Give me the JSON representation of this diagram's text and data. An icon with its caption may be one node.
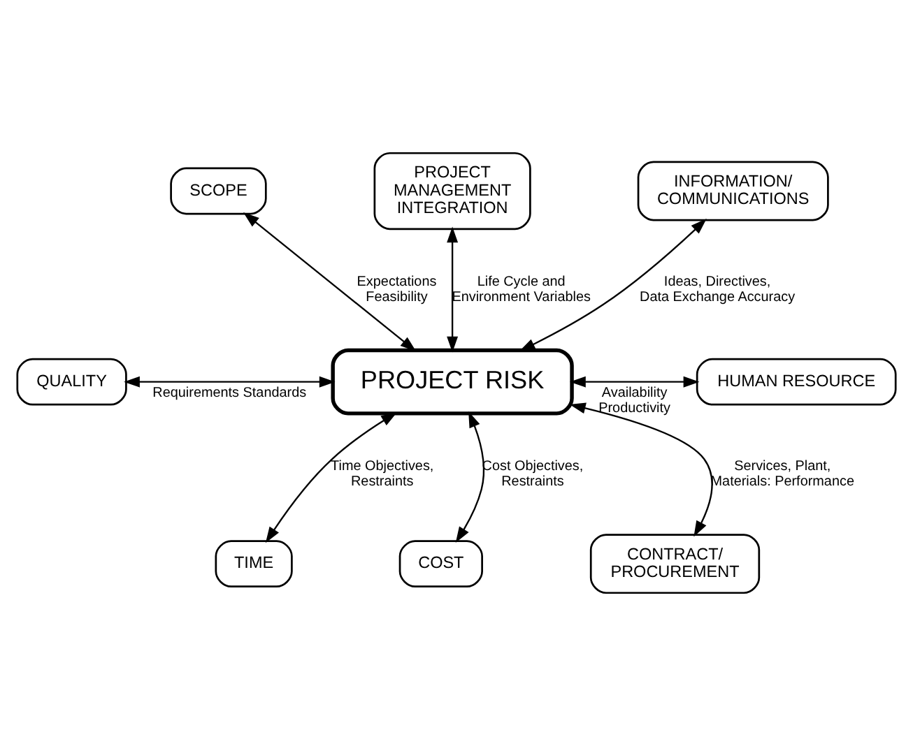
{
  "diagram": {
    "nodes": [
      {
        "text": [
          "PROJECT MANAGEMENT INTEGRATION"
        ]
      },
      {
        "text": [
          "SCOPE"
        ]
      },
      {
        "text": [
          "INFORMATION/ COMMUNICATIONS"
        ]
      },
      {
        "text": [
          "QUALITY"
        ]
      },
      {
        "text": [
          "PROJECT RISK"
        ]
      },
      {
        "text": [
          "HUMAN RESOURCE"
        ]
      },
      {
        "text": [
          "TIME"
        ]
      },
      {
        "text": [
          "CONTRACT/ PROCUREMENT"
        ]
      },
      {
        "text": [
          "COST"
        ]
      }
    ],
    "edges": [
      {
        "from": 4,
        "to": 0,
        "arrow": "both",
        "label": "Life Cycle and Environment Variables"
      },
      {
        "from": 4,
        "to": 1,
        "arrow": "both",
        "label": "Expectations Feasibility"
      },
      {
        "from": 4,
        "to": 2,
        "arrow": "both",
        "label": "Ideas, Directives, Data Exchange Accuracy"
      },
      {
        "from": 4,
        "to": 3,
        "arrow": "both",
        "label": "Requirements Standards"
      },
      {
        "from": 4,
        "to": 5,
        "arrow": "both",
        "label": "Availability Productivity"
      },
      {
        "from": 4,
        "to": 6,
        "arrow": "both",
        "label": "Time Objectives, Restraints"
      },
      {
        "from": 4,
        "to": 7,
        "arrow": "both",
        "label": "Services, Plant, Materials: Performance"
      },
      {
        "from": 4,
        "to": 8,
        "arrow": "both",
        "label": "Cost Objectives, Restraints"
      }
    ]
  }
}
